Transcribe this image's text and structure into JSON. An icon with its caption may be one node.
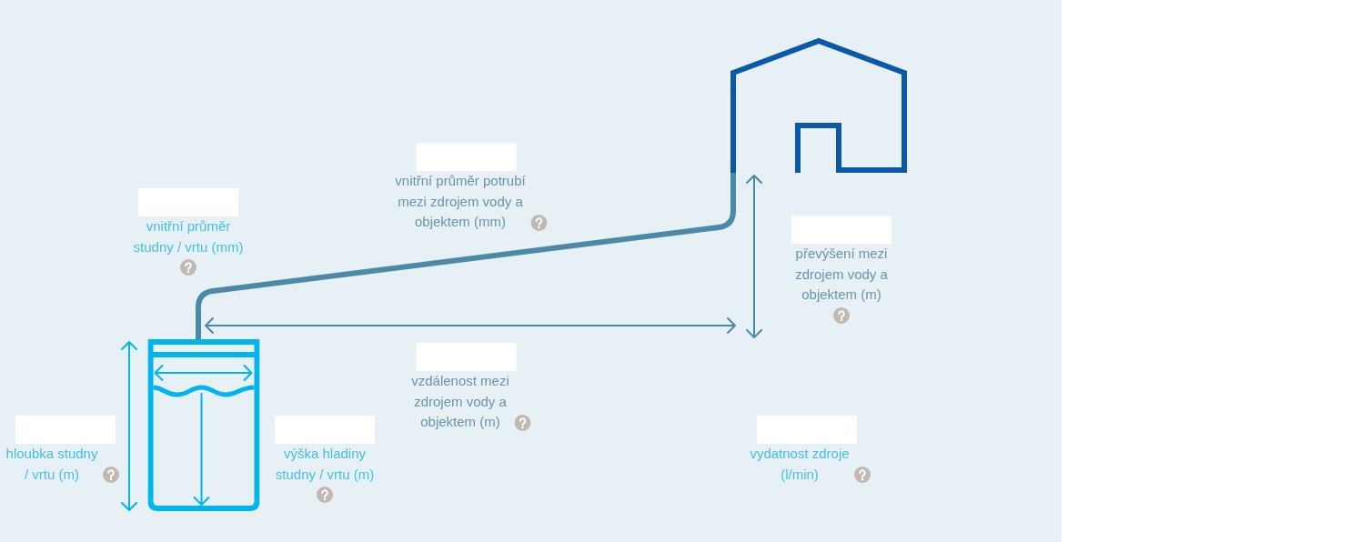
{
  "diagram": {
    "nodes": [
      {
        "text": [],
        "shape": "picture"
      },
      {
        "text": [],
        "shape": "box",
        "beside": [
          "vnitřní průměr potrubí mezi zdrojem vody a objektem (mm)"
        ]
      },
      {
        "text": [],
        "shape": "box",
        "beside": [
          "vnitřní průměr studny / vrtu (mm)"
        ]
      },
      {
        "text": [],
        "shape": "box",
        "beside": [
          "převýšení mezi zdrojem vody a objektem (m)"
        ]
      },
      {
        "text": [],
        "shape": "picture"
      },
      {
        "text": [],
        "shape": "box",
        "beside": [
          "vzdálenost mezi zdrojem vody a objektem (m)"
        ]
      },
      {
        "text": [],
        "shape": "box",
        "beside": [
          "hloubka studny / vrtu (m)"
        ]
      },
      {
        "text": [],
        "shape": "box",
        "beside": [
          "výška hladiny studny / vrtu (m)"
        ]
      },
      {
        "text": [],
        "shape": "box",
        "beside": [
          "vydatnost zdroje (l/min)"
        ]
      }
    ],
    "edges": [
      {
        "from": 4,
        "to": 0,
        "arrow": "none"
      }
    ]
  }
}
